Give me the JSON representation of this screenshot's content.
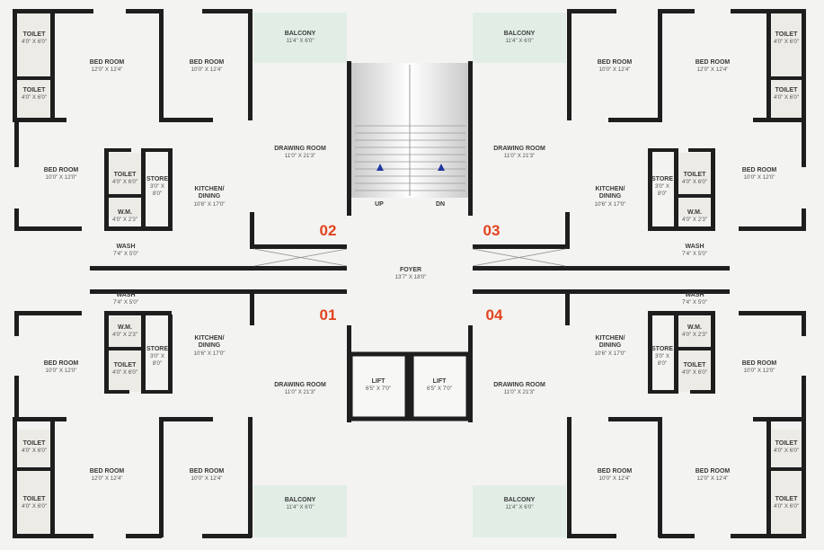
{
  "flats": {
    "f01": "01",
    "f02": "02",
    "f03": "03",
    "f04": "04"
  },
  "rooms": {
    "ul_toilet1": {
      "name": "TOILET",
      "dim": "4'0\" X 6'0\""
    },
    "ul_toilet2": {
      "name": "TOILET",
      "dim": "4'0\" X 6'0\""
    },
    "ul_bed1": {
      "name": "BED ROOM",
      "dim": "12'0\" X 12'4\""
    },
    "ul_bed2": {
      "name": "BED ROOM",
      "dim": "10'0\" X 12'4\""
    },
    "ul_bed3": {
      "name": "BED ROOM",
      "dim": "10'0\" X 12'0\""
    },
    "ul_toilet3": {
      "name": "TOILET",
      "dim": "4'0\" X 6'0\""
    },
    "ul_store": {
      "name": "STORE",
      "dim1": "3'0\" X",
      "dim2": "8'0\""
    },
    "ul_wm": {
      "name": "W.M.",
      "dim": "4'0\" X 2'3\""
    },
    "ul_kitchen": {
      "name1": "KITCHEN/",
      "name2": "DINING",
      "dim": "10'6\" X 17'0\""
    },
    "ul_drawing": {
      "name": "DRAWING ROOM",
      "dim": "11'0\" X 21'3\""
    },
    "ul_wash": {
      "name": "WASH",
      "dim": "7'4\" X 5'0\""
    },
    "ul_balcony": {
      "name": "BALCONY",
      "dim": "11'4\" X 6'0\""
    },
    "ur_toilet1": {
      "name": "TOILET",
      "dim": "4'0\" X 6'0\""
    },
    "ur_toilet2": {
      "name": "TOILET",
      "dim": "4'0\" X 6'0\""
    },
    "ur_bed1": {
      "name": "BED ROOM",
      "dim": "12'0\" X 12'4\""
    },
    "ur_bed2": {
      "name": "BED ROOM",
      "dim": "10'0\" X 12'4\""
    },
    "ur_bed3": {
      "name": "BED ROOM",
      "dim": "10'0\" X 12'0\""
    },
    "ur_toilet3": {
      "name": "TOILET",
      "dim": "4'0\" X 6'0\""
    },
    "ur_store": {
      "name": "STORE",
      "dim1": "3'0\" X",
      "dim2": "8'0\""
    },
    "ur_wm": {
      "name": "W.M.",
      "dim": "4'0\" X 2'3\""
    },
    "ur_kitchen": {
      "name1": "KITCHEN/",
      "name2": "DINING",
      "dim": "10'6\" X 17'0\""
    },
    "ur_drawing": {
      "name": "DRAWING ROOM",
      "dim": "11'0\" X 21'3\""
    },
    "ur_wash": {
      "name": "WASH",
      "dim": "7'4\" X 5'0\""
    },
    "ur_balcony": {
      "name": "BALCONY",
      "dim": "11'4\" X 6'0\""
    },
    "ll_toilet1": {
      "name": "TOILET",
      "dim": "4'0\" X 6'0\""
    },
    "ll_toilet2": {
      "name": "TOILET",
      "dim": "4'0\" X 6'0\""
    },
    "ll_bed1": {
      "name": "BED ROOM",
      "dim": "12'0\" X 12'4\""
    },
    "ll_bed2": {
      "name": "BED ROOM",
      "dim": "10'0\" X 12'4\""
    },
    "ll_bed3": {
      "name": "BED ROOM",
      "dim": "10'0\" X 12'0\""
    },
    "ll_toilet3": {
      "name": "TOILET",
      "dim": "4'0\" X 6'0\""
    },
    "ll_store": {
      "name": "STORE",
      "dim1": "3'0\" X",
      "dim2": "8'0\""
    },
    "ll_wm": {
      "name": "W.M.",
      "dim": "4'0\" X 2'3\""
    },
    "ll_kitchen": {
      "name1": "KITCHEN/",
      "name2": "DINING",
      "dim": "10'6\" X 17'0\""
    },
    "ll_drawing": {
      "name": "DRAWING ROOM",
      "dim": "11'0\" X 21'3\""
    },
    "ll_wash": {
      "name": "WASH",
      "dim": "7'4\" X 5'0\""
    },
    "ll_balcony": {
      "name": "BALCONY",
      "dim": "11'4\" X 6'0\""
    },
    "lr_toilet1": {
      "name": "TOILET",
      "dim": "4'0\" X 6'0\""
    },
    "lr_toilet2": {
      "name": "TOILET",
      "dim": "4'0\" X 6'0\""
    },
    "lr_bed1": {
      "name": "BED ROOM",
      "dim": "12'0\" X 12'4\""
    },
    "lr_bed2": {
      "name": "BED ROOM",
      "dim": "10'0\" X 12'4\""
    },
    "lr_bed3": {
      "name": "BED ROOM",
      "dim": "10'0\" X 12'0\""
    },
    "lr_toilet3": {
      "name": "TOILET",
      "dim": "4'0\" X 6'0\""
    },
    "lr_store": {
      "name": "STORE",
      "dim1": "3'0\" X",
      "dim2": "8'0\""
    },
    "lr_wm": {
      "name": "W.M.",
      "dim": "4'0\" X 2'3\""
    },
    "lr_kitchen": {
      "name1": "KITCHEN/",
      "name2": "DINING",
      "dim": "10'6\" X 17'0\""
    },
    "lr_drawing": {
      "name": "DRAWING ROOM",
      "dim": "11'0\" X 21'3\""
    },
    "lr_wash": {
      "name": "WASH",
      "dim": "7'4\" X 5'0\""
    },
    "lr_balcony": {
      "name": "BALCONY",
      "dim": "11'4\" X 6'0\""
    }
  },
  "core": {
    "foyer": {
      "name": "FOYER",
      "dim": "13'7\" X 18'0\""
    },
    "lift1": {
      "name": "LIFT",
      "dim": "6'5\" X 7'0\""
    },
    "lift2": {
      "name": "LIFT",
      "dim": "6'5\" X 7'0\""
    },
    "stair_up": "UP",
    "stair_dn": "DN"
  },
  "colors": {
    "walls": "#1e1e1e",
    "flat_number": "#e2431f",
    "balcony": "#e2eee5",
    "background": "#f3f3f1"
  }
}
